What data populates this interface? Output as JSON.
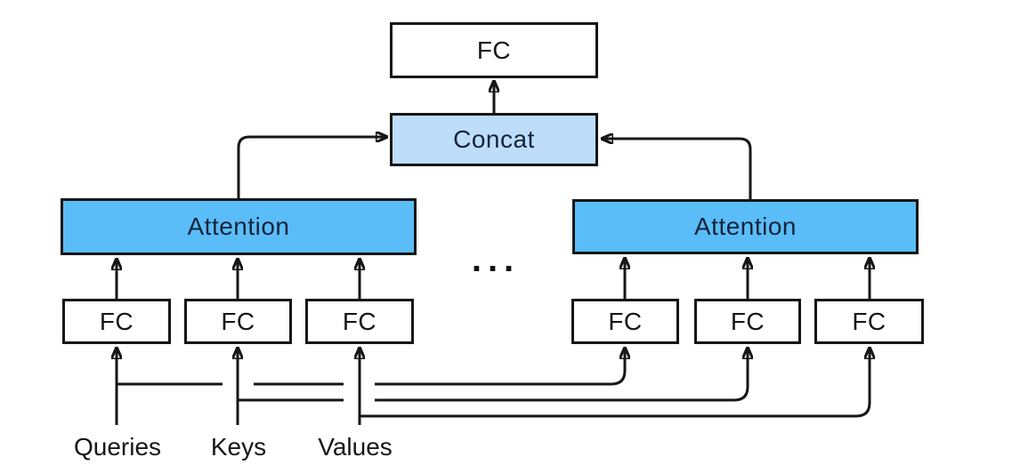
{
  "diagram": {
    "nodes": {
      "output_fc": "FC",
      "concat": "Concat",
      "attention_left": "Attention",
      "attention_right": "Attention",
      "fc_left": [
        "FC",
        "FC",
        "FC"
      ],
      "fc_right": [
        "FC",
        "FC",
        "FC"
      ]
    },
    "ellipsis": "...",
    "inputs": {
      "queries": "Queries",
      "keys": "Keys",
      "values": "Values"
    },
    "colors": {
      "attention_fill": "#5BBDF7",
      "concat_fill": "#BDDDFB",
      "box_fill": "#FFFFFF",
      "line": "#161616",
      "text_dark": "#161616",
      "text_navy": "#14233C"
    }
  }
}
